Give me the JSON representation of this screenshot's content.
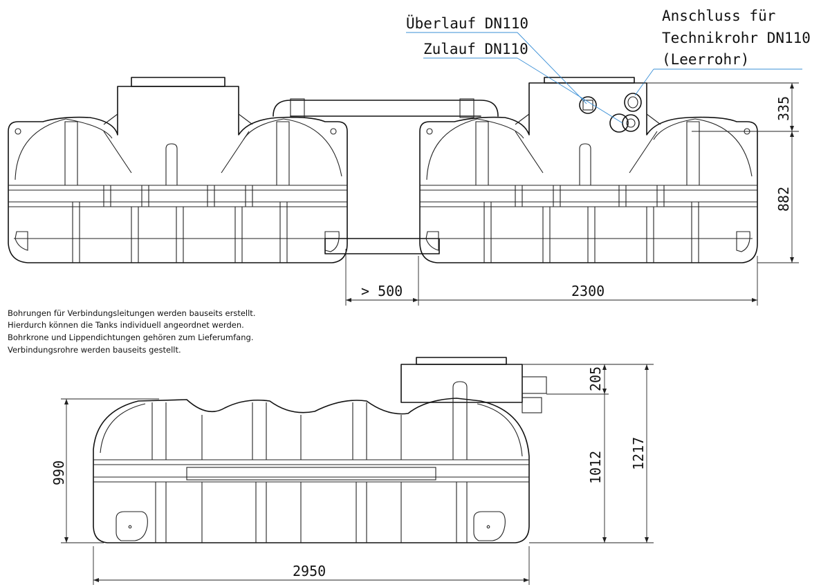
{
  "callouts": {
    "overflow": "Überlauf DN110",
    "inlet": "Zulauf DN110",
    "connection_line1": "Anschluss für",
    "connection_line2": "Technikrohr DN110",
    "connection_line3": "(Leerrohr)"
  },
  "dimensions": {
    "top_height_dome": "335",
    "top_height_body": "882",
    "gap": "> 500",
    "tank_length": "2300",
    "side_height_body": "990",
    "side_height_dome": "205",
    "side_height_mid": "1012",
    "side_height_total": "1217",
    "side_length": "2950"
  },
  "notes": [
    "Bohrungen für Verbindungsleitungen werden bauseits erstellt.",
    "Hierdurch können die Tanks individuell angeordnet werden.",
    "Bohrkrone und Lippendichtungen gehören zum Lieferumfang.",
    "Verbindungsrohre werden bauseits gestellt."
  ]
}
